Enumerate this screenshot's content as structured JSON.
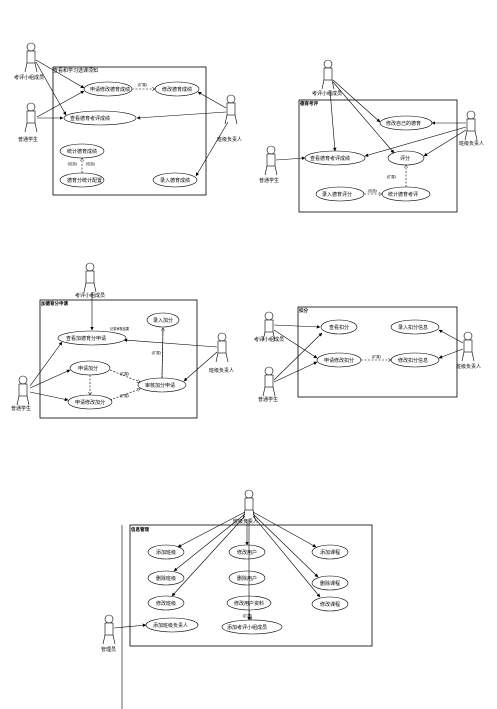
{
  "d1": {
    "title": "查看和学习选课须知",
    "actors": {
      "a1": "考评小组成员",
      "a2": "普通学生",
      "a3": "班级负责人"
    },
    "uc": [
      "申请修改德育成绩",
      "修改德育成绩",
      "查看德育考评成绩",
      "统计德育成绩",
      "德育分统计配置",
      "录入德育成绩"
    ],
    "labels": {
      "ext1": "《扩展》",
      "inc1": "《包括》",
      "inc2": "《包括》"
    }
  },
  "d2": {
    "title": "德育考评",
    "actors": {
      "a1": "考评小组成员",
      "a2": "普通学生",
      "a3": "班级负责人"
    },
    "uc": [
      "修改自己的德育",
      "查看德育考评成绩",
      "评分",
      "录入德育评分",
      "统计德育考评"
    ],
    "labels": {
      "inc1": "《扩展》",
      "inc2": "《包括》"
    }
  },
  "d3": {
    "title": "加德育分申请",
    "actors": {
      "a1": "考评小组成员",
      "a2": "普通学生",
      "a3": "班级负责人"
    },
    "uc": [
      "查看加德育分申请",
      "录入加分",
      "申请加分",
      "审核加分申请",
      "申请修改加分"
    ],
    "labels": {
      "l1": "记录审核结果",
      "l2": "《扩展》",
      "l3": "《扩展》",
      "l4": "《扩展》"
    }
  },
  "d4": {
    "title": "扣分",
    "actors": {
      "a1": "考评小组成员",
      "a2": "普通学生",
      "a3": "班级负责人"
    },
    "uc": [
      "查看扣分",
      "录入扣分信息",
      "申请修改扣分",
      "修改扣分信息"
    ],
    "labels": {
      "l1": "《扩展》"
    }
  },
  "d5": {
    "title": "信息管理",
    "actors": {
      "a1": "班级负责人",
      "a2": "管理员"
    },
    "uc": [
      "添加班级",
      "删除班级",
      "修改班级",
      "添加班级负责人",
      "修改用户",
      "删除用户",
      "修改用户资料",
      "添加考评小组成员",
      "添加课程",
      "删除课程",
      "修改课程"
    ],
    "labels": {
      "l1": "《扩展》"
    }
  }
}
